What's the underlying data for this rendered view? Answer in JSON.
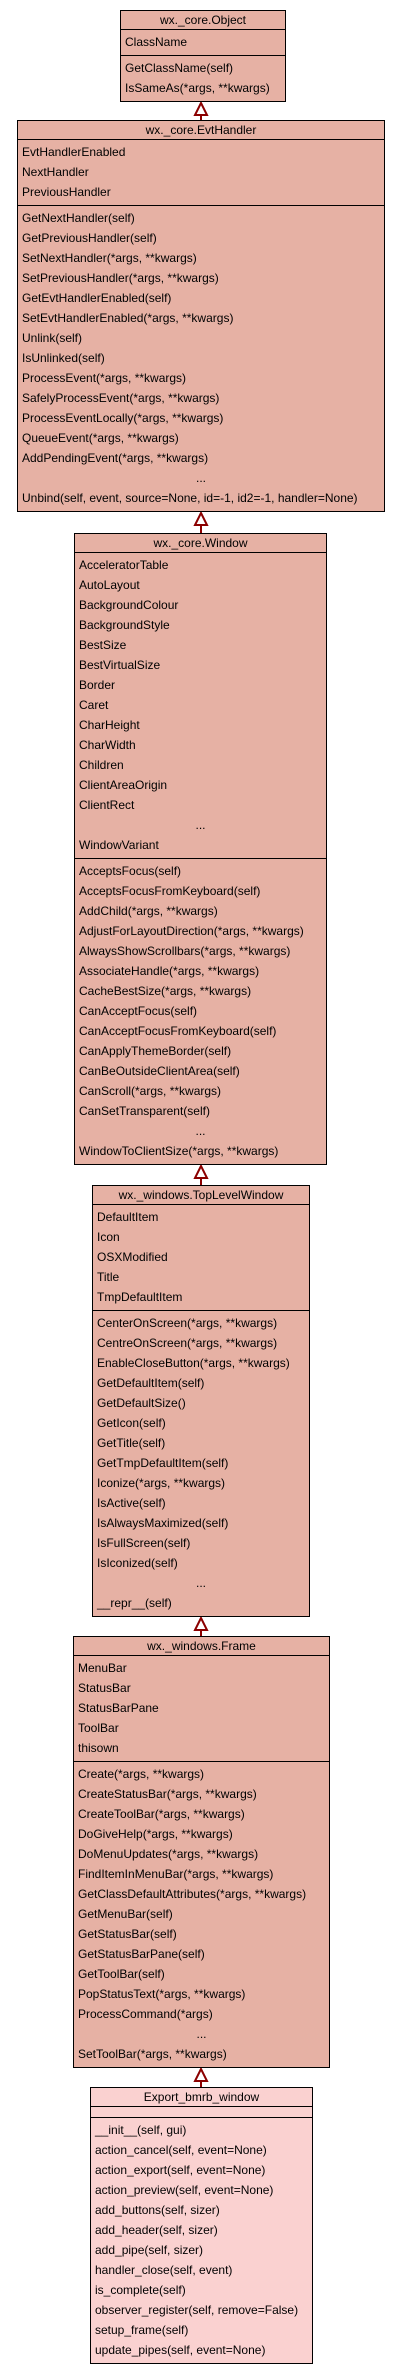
{
  "colors": {
    "class_fill": "#e6b1a4",
    "leaf_fill": "#fad1d0",
    "edge": "#8b0000"
  },
  "classes": [
    {
      "title": "wx._core.Object",
      "attributes": [
        "ClassName"
      ],
      "methods": [
        "GetClassName(self)",
        "IsSameAs(*args, **kwargs)"
      ]
    },
    {
      "title": "wx._core.EvtHandler",
      "attributes": [
        "EvtHandlerEnabled",
        "NextHandler",
        "PreviousHandler"
      ],
      "methods": [
        "GetNextHandler(self)",
        "GetPreviousHandler(self)",
        "SetNextHandler(*args, **kwargs)",
        "SetPreviousHandler(*args, **kwargs)",
        "GetEvtHandlerEnabled(self)",
        "SetEvtHandlerEnabled(*args, **kwargs)",
        "Unlink(self)",
        "IsUnlinked(self)",
        "ProcessEvent(*args, **kwargs)",
        "SafelyProcessEvent(*args, **kwargs)",
        "ProcessEventLocally(*args, **kwargs)",
        "QueueEvent(*args, **kwargs)",
        "AddPendingEvent(*args, **kwargs)",
        "...",
        "Unbind(self, event, source=None, id=-1, id2=-1, handler=None)"
      ]
    },
    {
      "title": "wx._core.Window",
      "attributes": [
        "AcceleratorTable",
        "AutoLayout",
        "BackgroundColour",
        "BackgroundStyle",
        "BestSize",
        "BestVirtualSize",
        "Border",
        "Caret",
        "CharHeight",
        "CharWidth",
        "Children",
        "ClientAreaOrigin",
        "ClientRect",
        "...",
        "WindowVariant"
      ],
      "methods": [
        "AcceptsFocus(self)",
        "AcceptsFocusFromKeyboard(self)",
        "AddChild(*args, **kwargs)",
        "AdjustForLayoutDirection(*args, **kwargs)",
        "AlwaysShowScrollbars(*args, **kwargs)",
        "AssociateHandle(*args, **kwargs)",
        "CacheBestSize(*args, **kwargs)",
        "CanAcceptFocus(self)",
        "CanAcceptFocusFromKeyboard(self)",
        "CanApplyThemeBorder(self)",
        "CanBeOutsideClientArea(self)",
        "CanScroll(*args, **kwargs)",
        "CanSetTransparent(self)",
        "...",
        "WindowToClientSize(*args, **kwargs)"
      ]
    },
    {
      "title": "wx._windows.TopLevelWindow",
      "attributes": [
        "DefaultItem",
        "Icon",
        "OSXModified",
        "Title",
        "TmpDefaultItem"
      ],
      "methods": [
        "CenterOnScreen(*args, **kwargs)",
        "CentreOnScreen(*args, **kwargs)",
        "EnableCloseButton(*args, **kwargs)",
        "GetDefaultItem(self)",
        "GetDefaultSize()",
        "GetIcon(self)",
        "GetTitle(self)",
        "GetTmpDefaultItem(self)",
        "Iconize(*args, **kwargs)",
        "IsActive(self)",
        "IsAlwaysMaximized(self)",
        "IsFullScreen(self)",
        "IsIconized(self)",
        "...",
        "__repr__(self)"
      ]
    },
    {
      "title": "wx._windows.Frame",
      "attributes": [
        "MenuBar",
        "StatusBar",
        "StatusBarPane",
        "ToolBar",
        "thisown"
      ],
      "methods": [
        "Create(*args, **kwargs)",
        "CreateStatusBar(*args, **kwargs)",
        "CreateToolBar(*args, **kwargs)",
        "DoGiveHelp(*args, **kwargs)",
        "DoMenuUpdates(*args, **kwargs)",
        "FindItemInMenuBar(*args, **kwargs)",
        "GetClassDefaultAttributes(*args, **kwargs)",
        "GetMenuBar(self)",
        "GetStatusBar(self)",
        "GetStatusBarPane(self)",
        "GetToolBar(self)",
        "PopStatusText(*args, **kwargs)",
        "ProcessCommand(*args)",
        "...",
        "SetToolBar(*args, **kwargs)"
      ]
    },
    {
      "title": "Export_bmrb_window",
      "attributes": [],
      "methods": [
        "__init__(self, gui)",
        "action_cancel(self, event=None)",
        "action_export(self, event=None)",
        "action_preview(self, event=None)",
        "add_buttons(self, sizer)",
        "add_header(self, sizer)",
        "add_pipe(self, sizer)",
        "handler_close(self, event)",
        "is_complete(self)",
        "observer_register(self, remove=False)",
        "setup_frame(self)",
        "update_pipes(self, event=None)"
      ]
    }
  ]
}
